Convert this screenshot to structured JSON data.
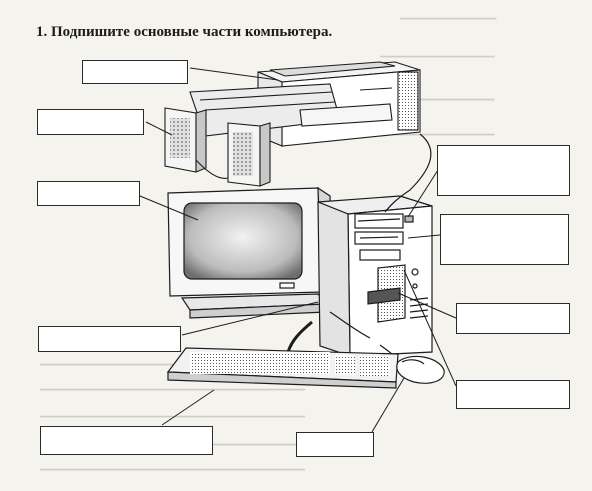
{
  "worksheet": {
    "title": "1. Подпишите основные части компьютера.",
    "label_boxes": [
      {
        "id": "printer",
        "answer": ""
      },
      {
        "id": "speakers",
        "answer": ""
      },
      {
        "id": "monitor",
        "answer": ""
      },
      {
        "id": "cd-drive",
        "answer": ""
      },
      {
        "id": "floppy-drive",
        "answer": ""
      },
      {
        "id": "motherboard",
        "answer": ""
      },
      {
        "id": "cable",
        "answer": ""
      },
      {
        "id": "mouse",
        "answer": ""
      },
      {
        "id": "keyboard",
        "answer": ""
      },
      {
        "id": "system-unit",
        "answer": ""
      }
    ]
  },
  "colors": {
    "paper": "#f4f3ee",
    "ink": "#1c1c1c",
    "ghost_text": "#cfcdc4"
  }
}
